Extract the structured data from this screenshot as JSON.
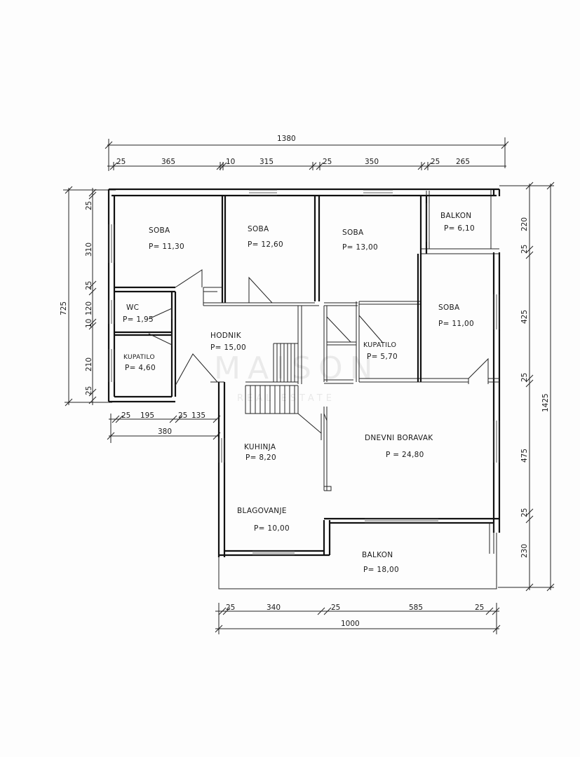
{
  "rooms": {
    "soba1": {
      "name": "SOBA",
      "area": "P= 11,30"
    },
    "soba2": {
      "name": "SOBA",
      "area": "P= 12,60"
    },
    "soba3": {
      "name": "SOBA",
      "area": "P= 13,00"
    },
    "balkon_top": {
      "name": "BALKON",
      "area": "P= 6,10"
    },
    "wc": {
      "name": "WC",
      "area": "P= 1,95"
    },
    "kupatilo1": {
      "name": "KUPATILO",
      "area": "P= 4,60"
    },
    "hodnik": {
      "name": "HODNIK",
      "area": "P= 15,00"
    },
    "kupatilo2": {
      "name": "KUPATILO",
      "area": "P= 5,70"
    },
    "soba4": {
      "name": "SOBA",
      "area": "P= 11,00"
    },
    "kuhinja": {
      "name": "KUHINJA",
      "area": "P= 8,20"
    },
    "dnevni": {
      "name": "DNEVNI BORAVAK",
      "area": "P = 24,80"
    },
    "blagovanje": {
      "name": "BLAGOVANJE",
      "area": "P= 10,00"
    },
    "balkon_bottom": {
      "name": "BALKON",
      "area": "P= 18,00"
    }
  },
  "dimensions": {
    "top_total": "1380",
    "top_segments": [
      "25",
      "365",
      "10",
      "315",
      "25",
      "350",
      "25",
      "265"
    ],
    "left_total": "725",
    "left_segments": [
      "25",
      "310",
      "25",
      "120",
      "10",
      "210",
      "25"
    ],
    "right_total": "1425",
    "right_segments": [
      "220",
      "25",
      "425",
      "25",
      "475",
      "25",
      "230"
    ],
    "mid_left_segments": [
      "25",
      "195",
      "25",
      "135"
    ],
    "mid_left_total": "380",
    "bottom_segments": [
      "25",
      "340",
      "25",
      "585",
      "25"
    ],
    "bottom_total": "1000"
  },
  "watermark": {
    "main": "MAISON",
    "sub": "REAL ESTATE"
  }
}
